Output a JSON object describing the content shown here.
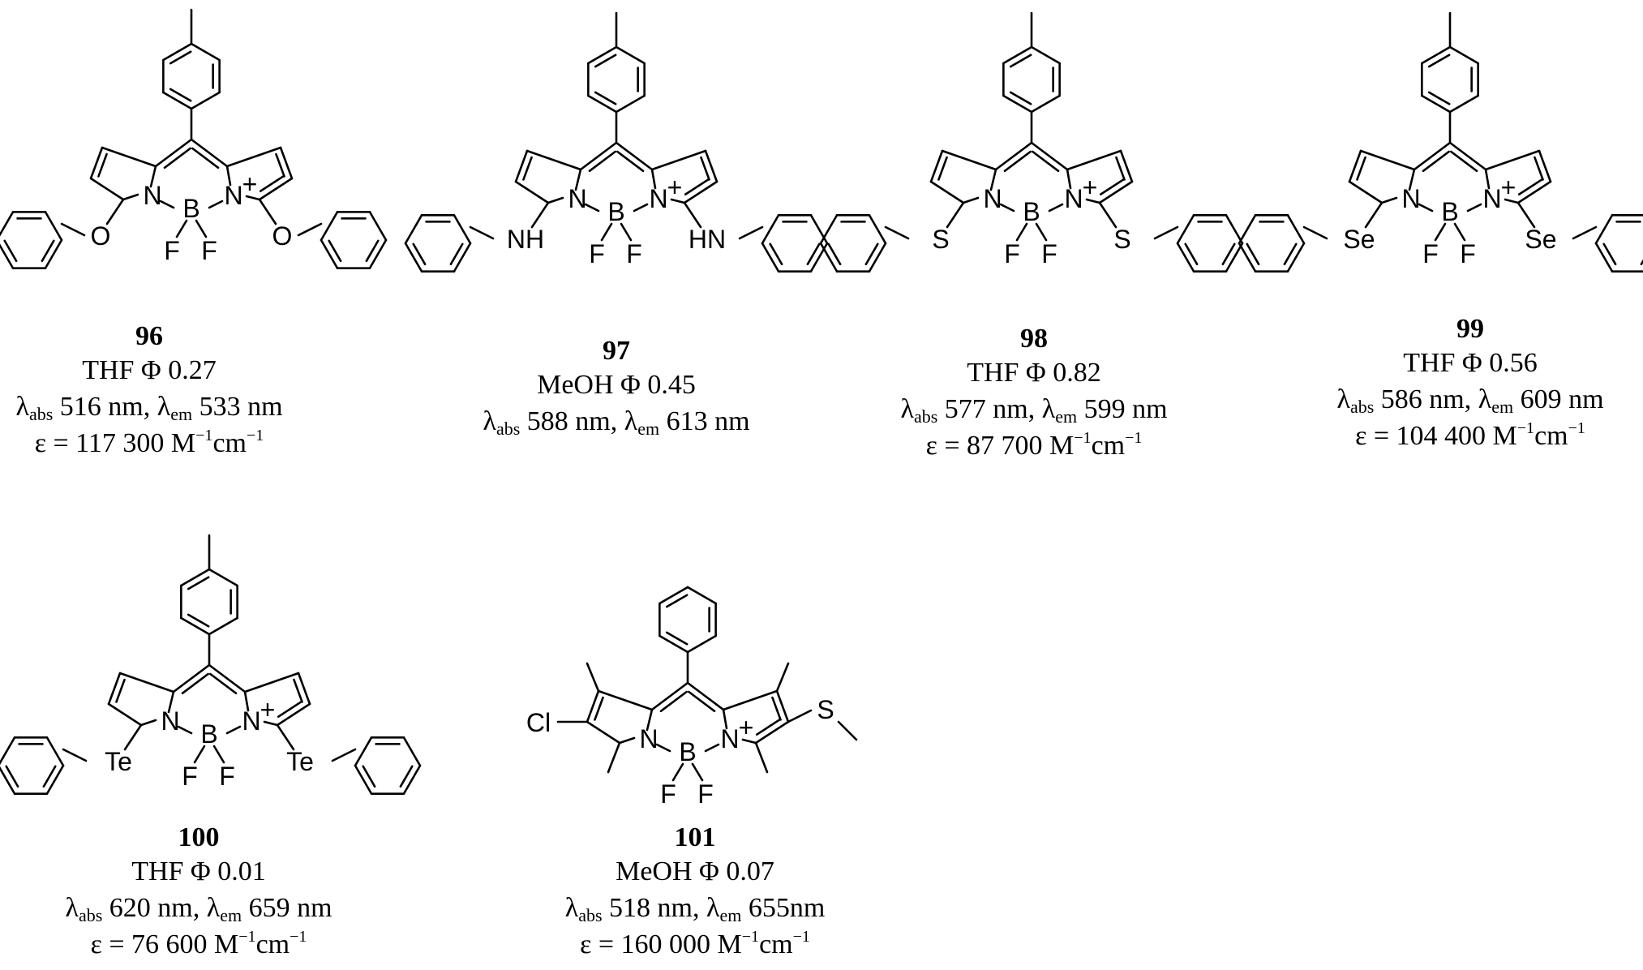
{
  "atoms": {
    "N": "N",
    "B": "B",
    "F": "F",
    "plus": "+",
    "O": "O",
    "NH": "NH",
    "HN": "HN",
    "S": "S",
    "Se": "Se",
    "Te": "Te",
    "Cl": "Cl"
  },
  "compounds": [
    {
      "number": "96",
      "solvent_line": "THF Φ 0.27",
      "abs_wavelength": "516 nm",
      "em_wavelength": "533 nm",
      "epsilon_value": "ε = 117 300 M",
      "substituent": "O"
    },
    {
      "number": "97",
      "solvent_line": "MeOH Φ 0.45",
      "abs_wavelength": "588 nm",
      "em_wavelength": "613 nm",
      "epsilon_value": "",
      "substituent_left": "NH",
      "substituent_right": "HN"
    },
    {
      "number": "98",
      "solvent_line": "THF Φ 0.82",
      "abs_wavelength": "577 nm",
      "em_wavelength": "599 nm",
      "epsilon_value": "ε = 87 700 M",
      "substituent": "S"
    },
    {
      "number": "99",
      "solvent_line": "THF Φ 0.56",
      "abs_wavelength": "586 nm",
      "em_wavelength": "609 nm",
      "epsilon_value": "ε = 104 400 M",
      "substituent": "Se"
    },
    {
      "number": "100",
      "solvent_line": "THF Φ 0.01",
      "abs_wavelength": "620 nm",
      "em_wavelength": "659 nm",
      "epsilon_value": "ε = 76 600 M",
      "substituent": "Te"
    },
    {
      "number": "101",
      "solvent_line": "MeOH Φ 0.07",
      "abs_wavelength": "518 nm",
      "em_wavelength": "655nm",
      "epsilon_value": "ε = 160 000 M",
      "substituent_left": "Cl",
      "substituent_right": "S"
    }
  ],
  "labels": {
    "lambda": "λ",
    "abs": "abs",
    "em": "em",
    "sep": ", ",
    "minus_one": "−1",
    "cm": "cm"
  }
}
